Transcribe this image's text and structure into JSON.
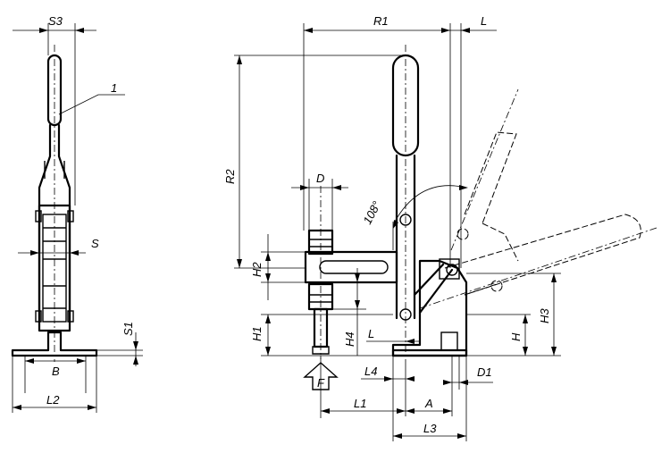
{
  "labels": {
    "S3": "S3",
    "one": "1",
    "S": "S",
    "S1": "S1",
    "B": "B",
    "L2": "L2",
    "R1": "R1",
    "L_top": "L",
    "R2": "R2",
    "D": "D",
    "deg": "108°",
    "H2": "H2",
    "H1": "H1",
    "H4": "H4",
    "L_mid": "L",
    "H": "H",
    "H3": "H3",
    "F": "F",
    "L4": "L4",
    "D1": "D1",
    "L1": "L1",
    "A": "A",
    "L3": "L3"
  }
}
